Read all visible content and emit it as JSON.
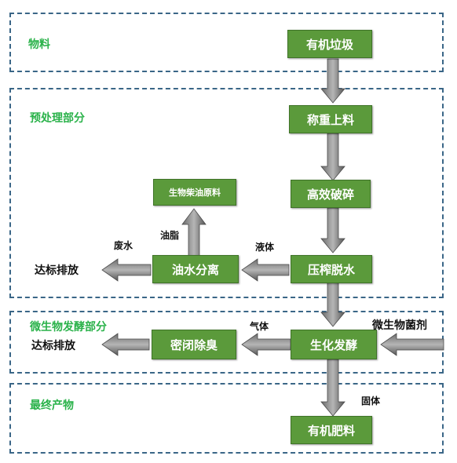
{
  "sections": {
    "material": "物料",
    "pretreatment": "预处理部分",
    "fermentation": "微生物发酵部分",
    "final": "最终产物"
  },
  "boxes": {
    "organic_waste": "有机垃圾",
    "weigh_feed": "称重上料",
    "crush": "高效破碎",
    "press_dewater": "压榨脱水",
    "oil_water_sep": "油水分离",
    "biodiesel_raw": "生物柴油原料",
    "bio_ferment": "生化发酵",
    "sealed_deodor": "密闭除臭",
    "organic_fertilizer": "有机肥料"
  },
  "labels": {
    "waste_water": "废水",
    "oil_fat": "油脂",
    "liquid": "液体",
    "gas": "气体",
    "solid": "固体",
    "microbe_agent": "微生物菌剂",
    "discharge_1": "达标排放",
    "discharge_2": "达标排放"
  }
}
